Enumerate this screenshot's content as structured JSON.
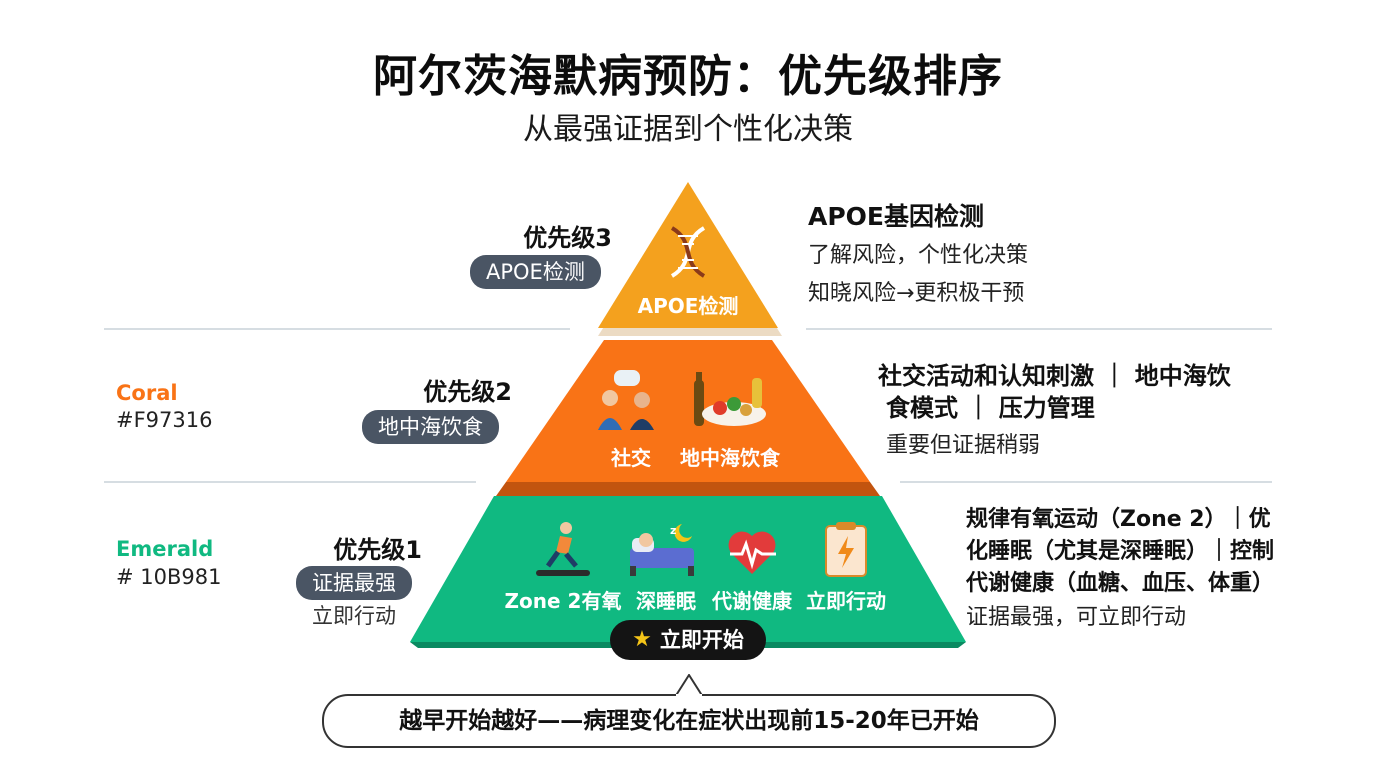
{
  "header": {
    "title": "阿尔茨海默病预防：优先级排序",
    "subtitle": "从最强证据到个性化决策"
  },
  "colors": {
    "top": "#F4A11E",
    "middle": "#F97316",
    "bottom": "#10B981",
    "dark_pill": "#4A5564"
  },
  "swatches": [
    {
      "name": "Coral",
      "hex": "#F97316",
      "color": "#F97316"
    },
    {
      "name": "Emerald",
      "hex": "# 10B981",
      "color": "#10B981"
    }
  ],
  "tiers": [
    {
      "priority": "优先级3",
      "pill": "APOE检测",
      "icons": [
        "dna-icon"
      ],
      "labels": [
        "APOE检测"
      ],
      "right_heading": "APOE基因检测",
      "right_lines": [
        "了解风险，个性化决策",
        "知晓风险→更积极干预"
      ]
    },
    {
      "priority": "优先级2",
      "pill": "地中海饮食",
      "icons": [
        "social-people-icon",
        "mediterranean-food-icon"
      ],
      "labels": [
        "社交",
        "地中海饮食"
      ],
      "right_heading_lines": [
        "社交活动和认知刺激 ｜ 地中海饮",
        "食模式 ｜ 压力管理"
      ],
      "right_lines": [
        "重要但证据稍弱"
      ]
    },
    {
      "priority": "优先级1",
      "pill": "证据最强",
      "note": "立即行动",
      "icons": [
        "running-icon",
        "sleep-icon",
        "heart-pulse-icon",
        "clipboard-action-icon"
      ],
      "labels": [
        "Zone 2有氧",
        "深睡眠",
        "代谢健康",
        "立即行动"
      ],
      "right_heading_lines": [
        "规律有氧运动（Zone 2）｜优",
        "化睡眠（尤其是深睡眠）｜控制",
        "代谢健康（血糖、血压、体重）"
      ],
      "right_lines": [
        "证据最强，可立即行动"
      ]
    }
  ],
  "start_button": "立即开始",
  "callout": "越早开始越好——病理变化在症状出现前15-20年已开始"
}
